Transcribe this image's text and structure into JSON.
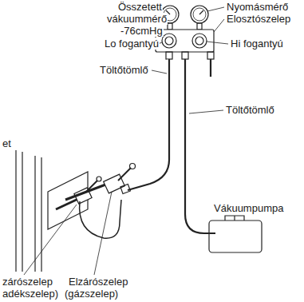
{
  "diagram": {
    "labels": [
      "Összetett",
      "vákuummérő",
      "-76cmHg",
      "Nyomásmérő",
      "Elosztószelep",
      "Lo fogantyú",
      "Hi fogantyú",
      "Töltőtömlő",
      "et",
      "Töltőtömlő",
      "Vákuumpumpa",
      "zárószelep",
      "Elzárószelep",
      "adékszelep)",
      "(gázszelep)"
    ]
  }
}
